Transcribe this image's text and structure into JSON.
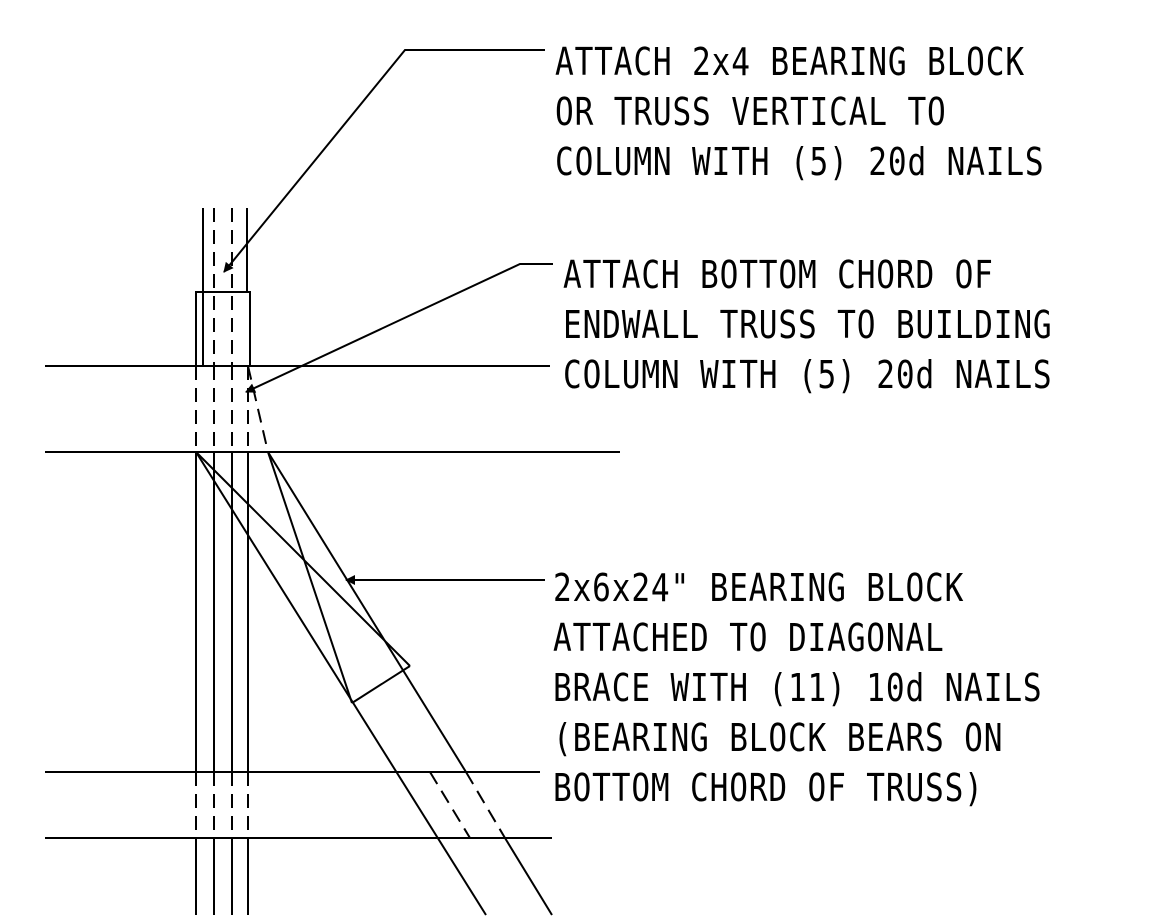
{
  "colors": {
    "line": "#000000",
    "background": "#ffffff"
  },
  "notes": [
    {
      "id": "bearing-block-attachment",
      "lines": [
        "ATTACH 2x4 BEARING BLOCK",
        "OR TRUSS VERTICAL TO",
        "COLUMN WITH (5) 20d NAILS"
      ]
    },
    {
      "id": "bottom-chord-attachment",
      "lines": [
        "ATTACH BOTTOM CHORD OF",
        "ENDWALL TRUSS TO BUILDING",
        "COLUMN WITH (5) 20d NAILS"
      ]
    },
    {
      "id": "diagonal-brace-block",
      "lines": [
        "2x6x24\" BEARING BLOCK",
        "ATTACHED TO DIAGONAL",
        "BRACE WITH (11) 10d NAILS",
        "(BEARING BLOCK BEARS ON",
        "BOTTOM CHORD OF TRUSS)"
      ]
    }
  ]
}
